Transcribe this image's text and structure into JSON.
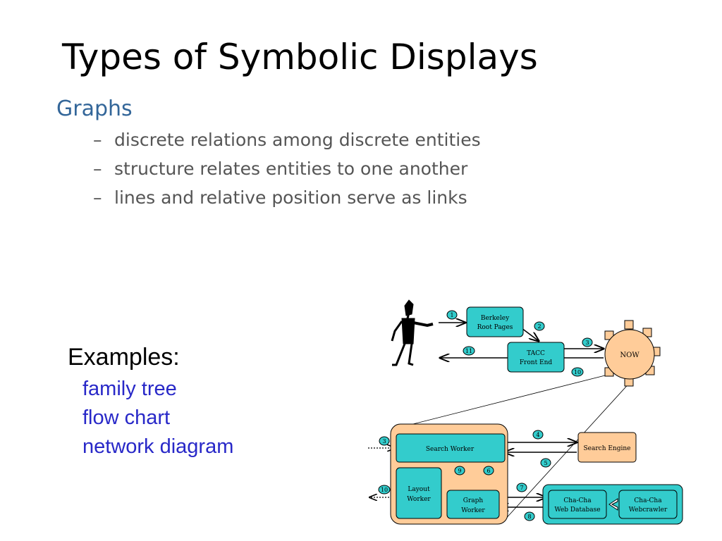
{
  "title": "Types of Symbolic Displays",
  "section": {
    "heading": "Graphs",
    "dash": "–",
    "bullets": [
      "discrete relations among discrete entities",
      "structure relates entities to one another",
      "lines and relative position serve as links"
    ]
  },
  "examples": {
    "title": "Examples:",
    "items": [
      "family tree",
      "flow chart",
      "network diagram"
    ]
  },
  "diagram": {
    "berkeley_line1": "Berkeley",
    "berkeley_line2": "Root Pages",
    "tacc_line1": "TACC",
    "tacc_line2": "Front End",
    "now": "NOW",
    "search_worker": "Search Worker",
    "search_engine": "Search Engine",
    "layout_line1": "Layout",
    "layout_line2": "Worker",
    "graph_line1": "Graph",
    "graph_line2": "Worker",
    "chacha_db_line1": "Cha-Cha",
    "chacha_db_line2": "Web Database",
    "chacha_crawler_line1": "Cha-Cha",
    "chacha_crawler_line2": "Webcrawler",
    "step_labels": [
      "1",
      "2",
      "3",
      "11",
      "10",
      "3",
      "4",
      "5",
      "6",
      "9",
      "7",
      "8",
      "10"
    ],
    "colors": {
      "teal": "#33cccc",
      "peach": "#ffcc99",
      "dark": "#000000"
    }
  }
}
